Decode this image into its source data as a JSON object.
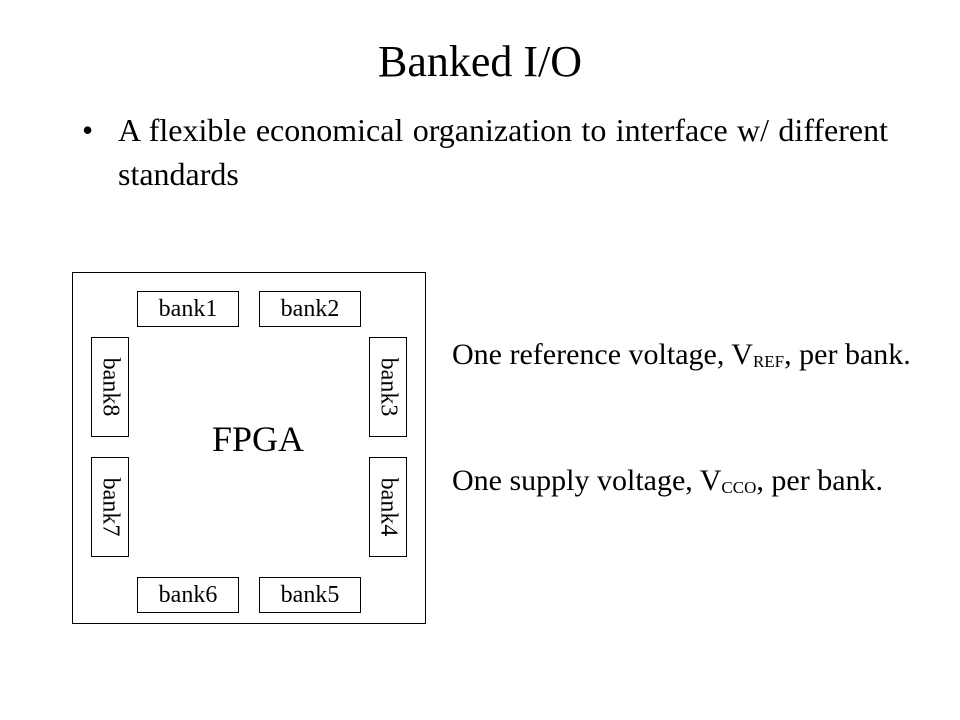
{
  "slide": {
    "title": "Banked I/O",
    "bullet": "A flexible economical organization to interface w/ different standards"
  },
  "diagram": {
    "chip_label": "FPGA",
    "banks": {
      "bank1": "bank1",
      "bank2": "bank2",
      "bank3": "bank3",
      "bank4": "bank4",
      "bank5": "bank5",
      "bank6": "bank6",
      "bank7": "bank7",
      "bank8": "bank8"
    }
  },
  "notes": {
    "vref": {
      "prefix": "One reference voltage, V",
      "subscript": "REF",
      "suffix": ", per bank."
    },
    "vcco": {
      "prefix": "One supply voltage, V",
      "subscript": "CCO",
      "suffix": ", per bank."
    }
  }
}
